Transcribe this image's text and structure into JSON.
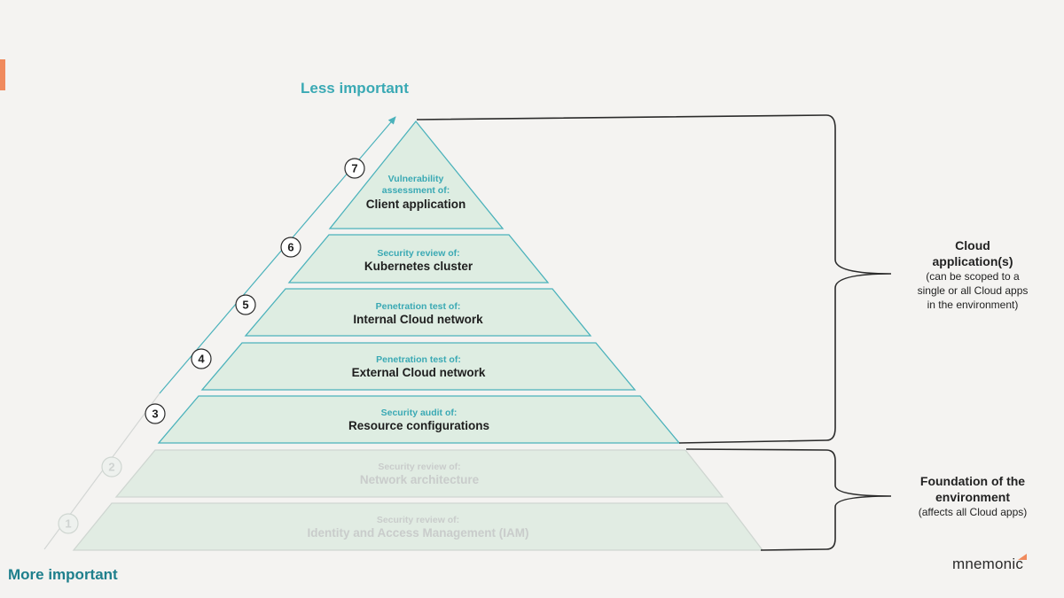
{
  "colors": {
    "accent_orange": "#f08a5d",
    "teal": "#3aa9b4",
    "dark_teal": "#1e7f8c",
    "layer_fill": "#deede2",
    "layer_border": "#4bb2bb",
    "faded_text": "#c9cccb"
  },
  "axis": {
    "top_label": "Less important",
    "bottom_label": "More important"
  },
  "layers": [
    {
      "number": "7",
      "title": "Vulnerability assessment of:",
      "title_lines": [
        "Vulnerability",
        "assessment of:"
      ],
      "subject": "Client application",
      "faded": false
    },
    {
      "number": "6",
      "title": "Security review of:",
      "title_lines": [
        "Security review of:"
      ],
      "subject": "Kubernetes cluster",
      "faded": false
    },
    {
      "number": "5",
      "title": "Penetration test of:",
      "title_lines": [
        "Penetration test of:"
      ],
      "subject": "Internal Cloud network",
      "faded": false
    },
    {
      "number": "4",
      "title": "Penetration test of:",
      "title_lines": [
        "Penetration test of:"
      ],
      "subject": "External Cloud network",
      "faded": false
    },
    {
      "number": "3",
      "title": "Security audit of:",
      "title_lines": [
        "Security audit of:"
      ],
      "subject": "Resource configurations",
      "faded": false
    },
    {
      "number": "2",
      "title": "Security review of:",
      "title_lines": [
        "Security review of:"
      ],
      "subject": "Network architecture",
      "faded": true
    },
    {
      "number": "1",
      "title": "Security review of:",
      "title_lines": [
        "Security review of:"
      ],
      "subject": "Identity and Access Management (IAM)",
      "faded": true
    }
  ],
  "groups": {
    "cloud_apps": {
      "title_lines": [
        "Cloud",
        "application(s)"
      ],
      "note_lines": [
        "(can be scoped to a",
        "single or all Cloud apps",
        "in the environment)"
      ]
    },
    "foundation": {
      "title_lines": [
        "Foundation of the",
        "environment"
      ],
      "note_lines": [
        "(affects all Cloud apps)"
      ]
    }
  },
  "brand": {
    "name": "mnemonic"
  }
}
